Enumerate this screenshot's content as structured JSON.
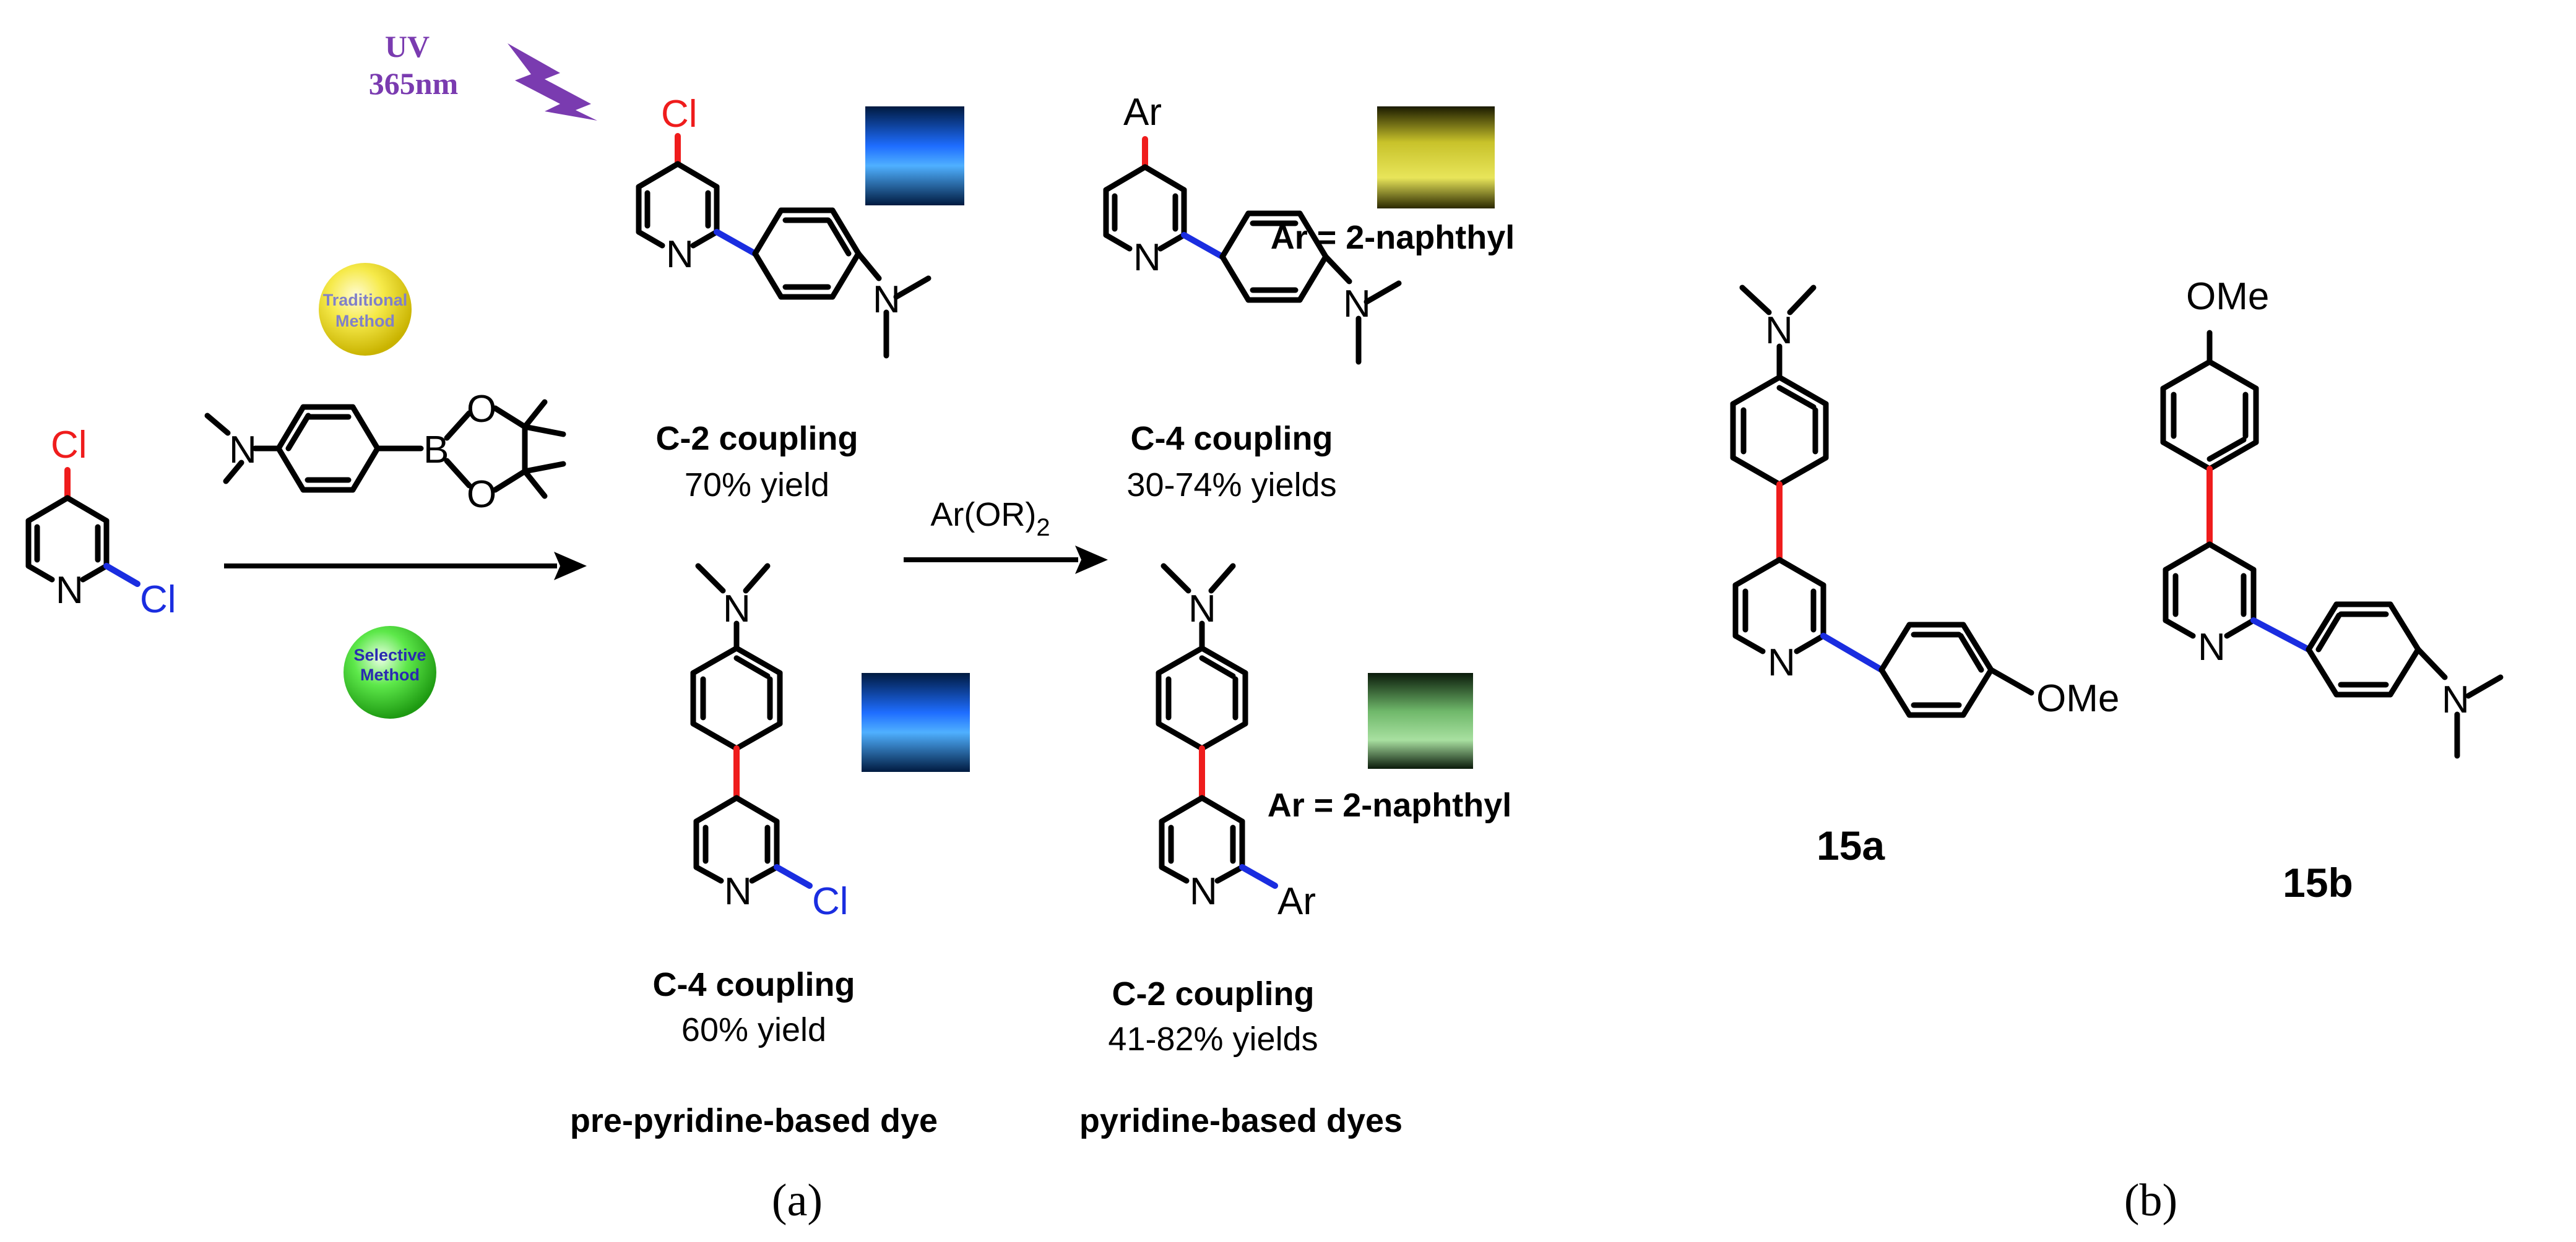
{
  "uv_label": {
    "line1": "UV",
    "line2": "365nm"
  },
  "methods": {
    "traditional": [
      "Traditional",
      "Method"
    ],
    "selective": [
      "Selective",
      "Method"
    ]
  },
  "atoms": {
    "cl": "Cl",
    "n": "N",
    "b": "B",
    "o": "O",
    "ar": "Ar",
    "ome": "OMe"
  },
  "reagent": {
    "label": "Ar(OR)",
    "subscript": "2"
  },
  "products": {
    "top_left": {
      "title": "C-2 coupling",
      "yield": "70% yield"
    },
    "top_right": {
      "title": "C-4 coupling",
      "yield": "30-74% yields",
      "ar_note": "Ar = 2-naphthyl"
    },
    "bottom_left": {
      "title": "C-4 coupling",
      "yield": "60% yield",
      "class": "pre-pyridine-based dye"
    },
    "bottom_right": {
      "title": "C-2 coupling",
      "yield": "41-82% yields",
      "ar_note": "Ar = 2-naphthyl",
      "class": "pyridine-based dyes"
    }
  },
  "compounds": {
    "a": "15a",
    "b": "15b"
  },
  "panels": {
    "a": "(a)",
    "b": "(b)"
  },
  "colors": {
    "c2_bond": "#1a2de0",
    "c4_bond": "#ef1c1c",
    "uv": "#7a3bb0"
  }
}
